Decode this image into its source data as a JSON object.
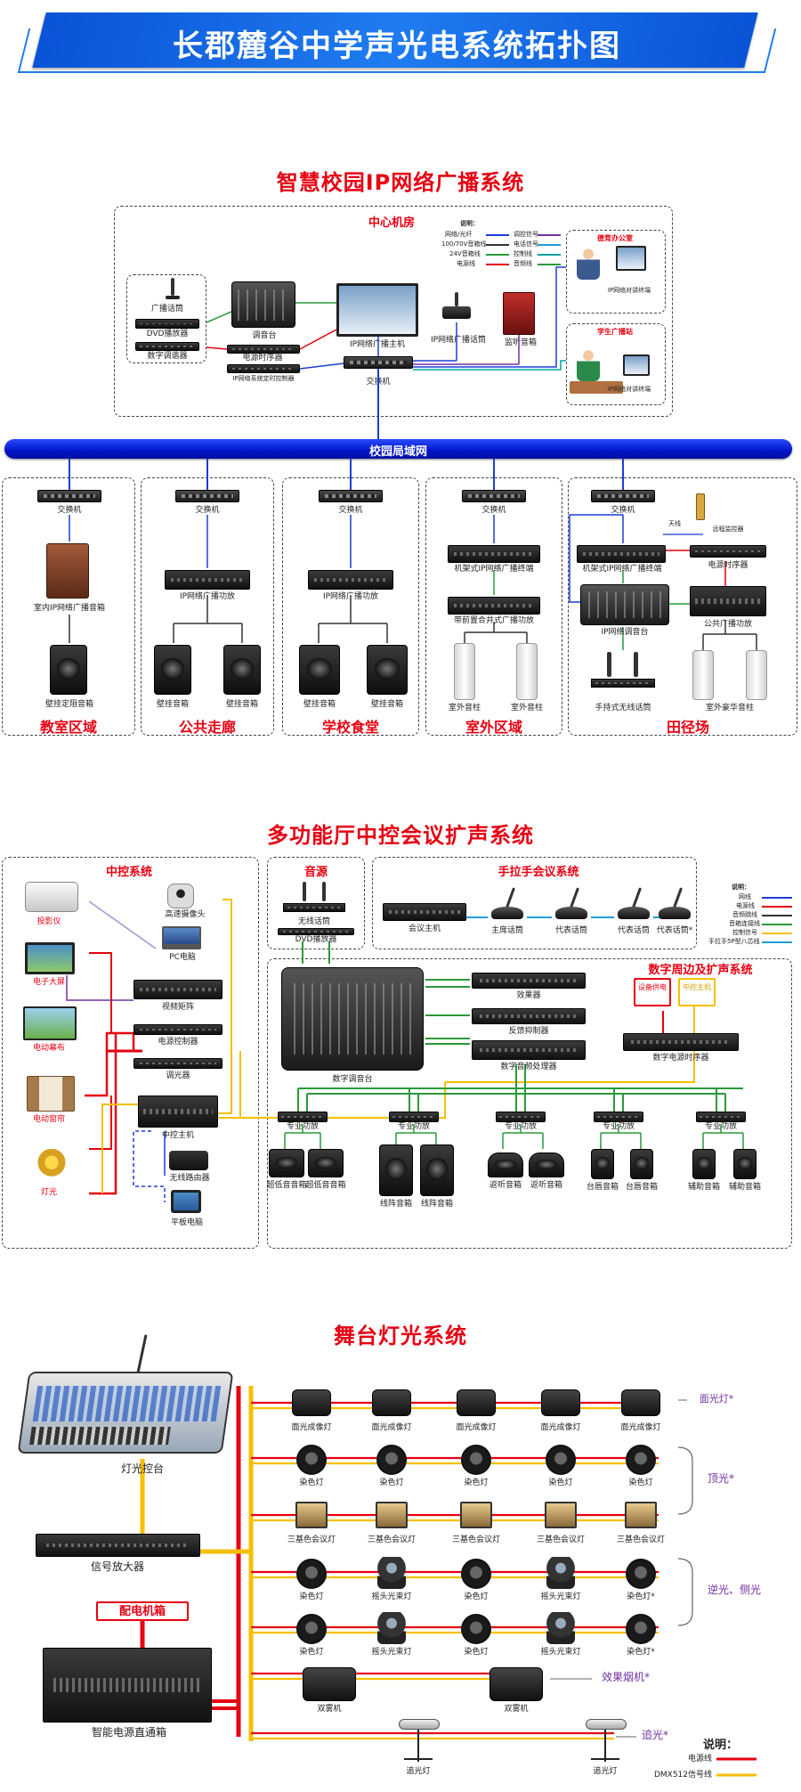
{
  "main_title": "长郡麓谷中学声光电系统拓扑图",
  "broadcast": {
    "title": "智慧校园IP网络广播系统",
    "center_room": "中心机房",
    "legend": {
      "title": "说明：",
      "items": [
        "网络/光纤",
        "100/70V音箱线",
        "24V音箱线",
        "电源线"
      ],
      "items_right": [
        "调控信号",
        "电话信号",
        "控制线",
        "音频线"
      ]
    },
    "devices": {
      "broadcast_mic": "广播话筒",
      "dvd": "DVD播放器",
      "digital_tuner": "数字调谐器",
      "mixer": "调音台",
      "power_seq": "电源时序器",
      "timer_ctrl": "IP网络系统定时控制器",
      "host": "IP网络广播主机",
      "switch": "交换机",
      "ip_mic": "IP网络广播话筒",
      "monitor": "监听音箱",
      "teacher_office": "德育办公室",
      "teacher_term": "IP网络对讲终端",
      "student_room": "学生广播站",
      "student_term": "IP网络对讲终端"
    },
    "lan": "校园局域网",
    "areas": [
      {
        "name": "教室区域",
        "switch": "交换机",
        "dev1": "室内IP网络广播音箱",
        "dev2": "壁挂定阻音箱"
      },
      {
        "name": "公共走廊",
        "switch": "交换机",
        "dev1": "IP网络广播功放",
        "spk1": "壁挂音箱",
        "spk2": "壁挂音箱"
      },
      {
        "name": "学校食堂",
        "switch": "交换机",
        "dev1": "IP网络广播功放",
        "spk1": "壁挂音箱",
        "spk2": "壁挂音箱"
      },
      {
        "name": "室外区域",
        "switch": "交换机",
        "dev1": "机架式IP网络广播终端",
        "dev2": "带前置合并式广播功放",
        "spk1": "室外音柱",
        "spk2": "室外音柱"
      },
      {
        "name": "田径场",
        "switch": "交换机",
        "antenna": "天线",
        "remote": "远程监控器",
        "dev1": "机架式IP网络广播终端",
        "seq": "电源时序器",
        "mixer": "IP网络调音台",
        "amp": "公共广播功放",
        "mic": "手持式无线话筒",
        "spk": "室外豪华音柱"
      }
    ]
  },
  "conference": {
    "title": "多功能厅中控会议扩声系统",
    "control": {
      "title": "中控系统",
      "projector": "投影仪",
      "tv": "电子大屏",
      "screen": "电动幕布",
      "curtain": "电动窗帘",
      "light": "灯光",
      "camera": "高速摄像头",
      "pc": "PC电脑",
      "matrix": "视频矩阵",
      "power_ctrl": "电源控制器",
      "dimmer": "调光器",
      "host": "中控主机",
      "router": "无线路由器",
      "tablet": "平板电脑"
    },
    "source": {
      "title": "音源",
      "wireless": "无线话筒",
      "dvd": "DVD播放器"
    },
    "meeting": {
      "title": "手拉手会议系统",
      "host": "会议主机",
      "chair": "主席话筒",
      "rep1": "代表话筒",
      "rep2": "代表话筒",
      "rep3": "代表话筒*"
    },
    "legend": {
      "title": "说明：",
      "items": [
        "网线",
        "电源线",
        "音频跳线",
        "音箱连接线",
        "控制信号",
        "手拉手5P型八芯线"
      ]
    },
    "digital": {
      "title": "数字周边及扩声系统",
      "console": "数字调音台",
      "effect": "效果器",
      "feedback": "反馈抑制器",
      "processor": "数字音频处理器",
      "power_seq": "数字电源时序器",
      "supply": "设备供电",
      "ctrl_host": "中控主机"
    },
    "amps": [
      {
        "amp": "专业功放",
        "spk1": "超低音音箱",
        "spk2": "超低音音箱"
      },
      {
        "amp": "专业功放",
        "spk1": "线阵音箱",
        "spk2": "线阵音箱"
      },
      {
        "amp": "专业功放",
        "spk1": "返听音箱",
        "spk2": "返听音箱"
      },
      {
        "amp": "专业功放",
        "spk1": "台唇音箱",
        "spk2": "台唇音箱"
      },
      {
        "amp": "专业功放",
        "spk1": "辅助音箱",
        "spk2": "辅助音箱"
      }
    ]
  },
  "stage": {
    "title": "舞台灯光系统",
    "console": "灯光控台",
    "amplifier": "信号放大器",
    "power_box_title": "配电机箱",
    "power_box": "智能电源直通箱",
    "row1": [
      "面光成像灯",
      "面光成像灯",
      "面光成像灯",
      "面光成像灯",
      "面光成像灯"
    ],
    "row1_group": "面光灯*",
    "row2": [
      "染色灯",
      "染色灯",
      "染色灯",
      "染色灯",
      "染色灯"
    ],
    "row3": [
      "三基色会议灯",
      "三基色会议灯",
      "三基色会议灯",
      "三基色会议灯",
      "三基色会议灯"
    ],
    "row23_group": "顶光*",
    "row4": [
      "染色灯",
      "摇头光束灯",
      "染色灯",
      "摇头光束灯",
      "染色灯*"
    ],
    "row5": [
      "染色灯",
      "摇头光束灯",
      "染色灯",
      "摇头光束灯",
      "染色灯*"
    ],
    "row45_group": "逆光、侧光",
    "fog": [
      "双雾机",
      "双雾机"
    ],
    "fog_group": "效果烟机*",
    "follow": [
      "追光灯",
      "追光灯"
    ],
    "follow_group": "追光*",
    "legend": {
      "title": "说明：",
      "items": [
        "电源线",
        "DMX512信号线"
      ]
    },
    "colors": {
      "power": "#e60012",
      "dmx": "#f5c000"
    }
  }
}
